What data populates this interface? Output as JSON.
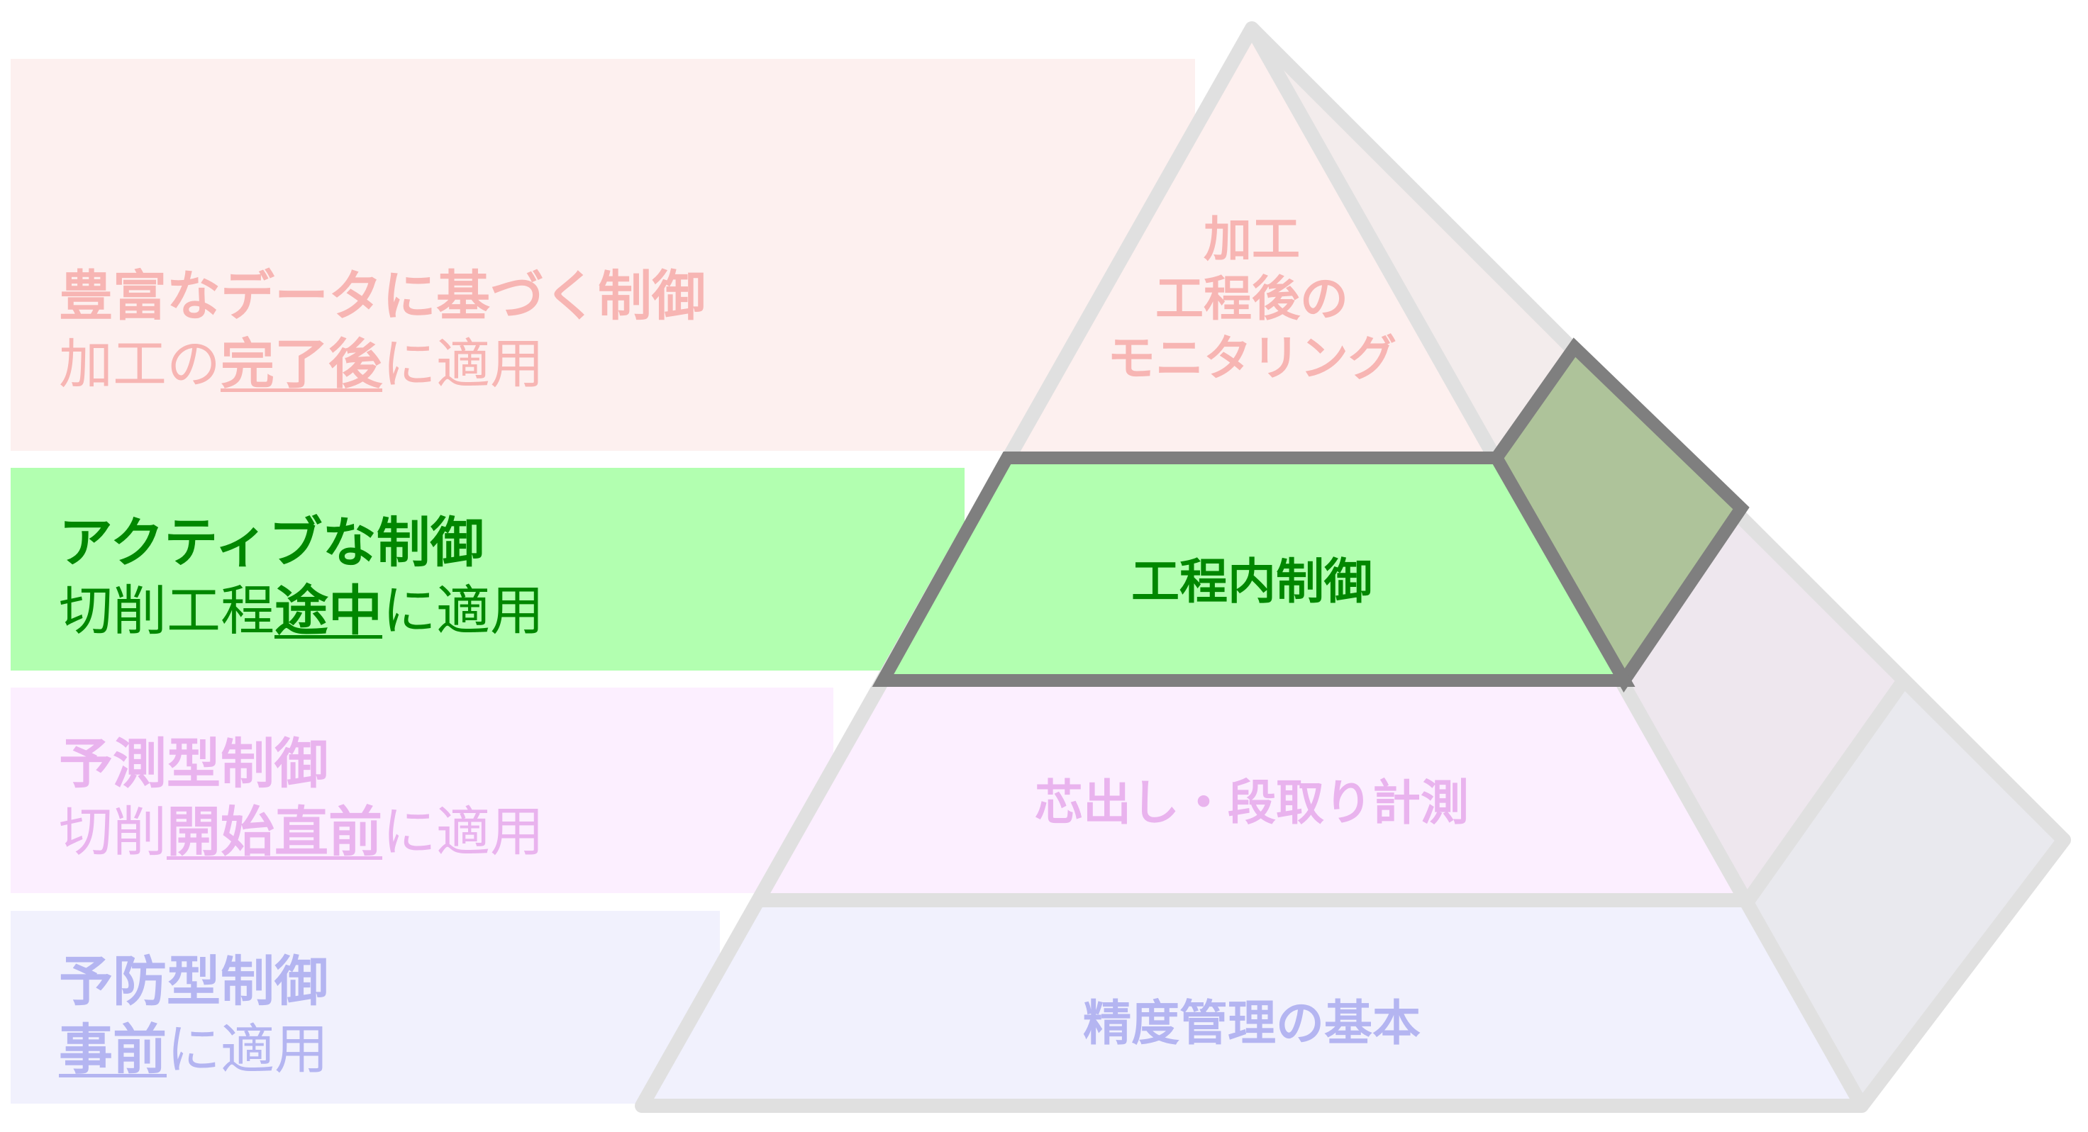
{
  "colors": {
    "red_band": "#fdf0ef",
    "red_text": "#f7b5b3",
    "green_band": "#b2ffb0",
    "green_text": "#018700",
    "purple_band": "#fcefff",
    "purple_text": "#e9b3ee",
    "blue_band": "#f1f1fd",
    "blue_text": "#b4b5f1",
    "pyramid_outline": "#e0e0e0",
    "highlight_outline": "#7f7f7f",
    "highlight_side": "#aec39a",
    "side_top": "#f3ecec",
    "side_mid": "#eee7ee",
    "side_bottom": "#e9e9ee"
  },
  "bands": [
    {
      "title": "豊富なデータに基づく制御",
      "sub_pre": "加工の",
      "sub_em": "完了後",
      "sub_post": "に適用"
    },
    {
      "title": "アクティブな制御",
      "sub_pre": "切削工程",
      "sub_em": "途中",
      "sub_post": "に適用"
    },
    {
      "title": "予測型制御",
      "sub_pre": "切削",
      "sub_em": "開始直前",
      "sub_post": "に適用"
    },
    {
      "title": "予防型制御",
      "sub_pre": "",
      "sub_em": "事前",
      "sub_post": "に適用"
    }
  ],
  "layers": {
    "top": [
      "加工",
      "工程後の",
      "モニタリング"
    ],
    "second": "工程内制御",
    "third": "芯出し・段取り計測",
    "bottom": "精度管理の基本"
  }
}
